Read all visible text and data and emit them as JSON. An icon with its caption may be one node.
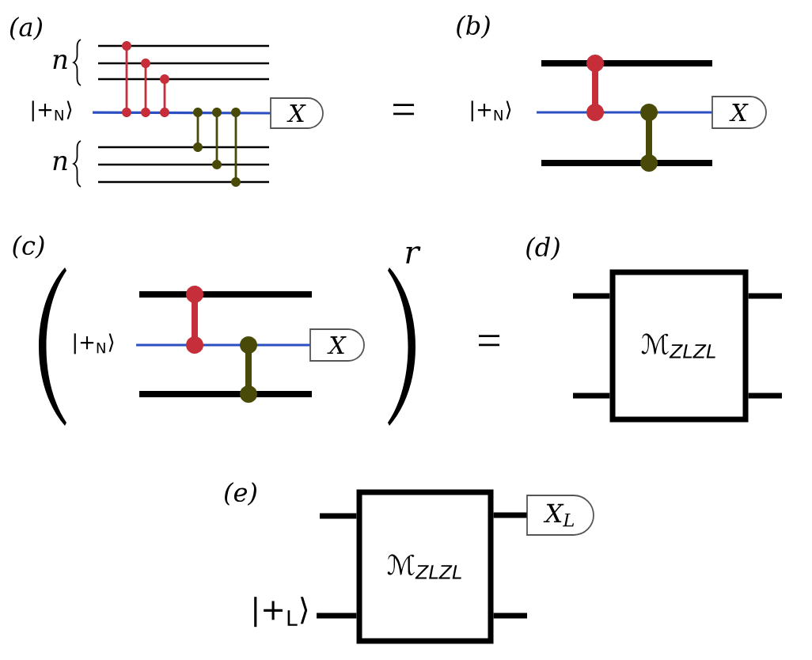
{
  "diagram": {
    "nodes": [
      {
        "text": [
          "|+$_{N}$⟩"
        ]
      },
      {
        "text": [
          "X"
        ]
      },
      {
        "text": [
          "|+$_{N}$⟩"
        ]
      },
      {
        "text": [
          "X"
        ]
      },
      {
        "text": [],
        "shape": "parenthesis"
      },
      {
        "text": [
          "|+$_{N}$⟩"
        ]
      },
      {
        "text": [
          "X"
        ]
      },
      {
        "text": [],
        "shape": "parenthesis"
      },
      {
        "text": [
          "ℳ$_{ZLZL}$"
        ]
      },
      {
        "text": [
          "ℳ$_{ZLZL}$"
        ]
      },
      {
        "text": [
          "X$_{L}$"
        ]
      },
      {
        "text": [
          "|+$_{L}$⟩"
        ]
      }
    ],
    "edges": [
      {
        "from": 0,
        "to": 1,
        "arrow": "none",
        "color": "#2b4fc0"
      },
      {
        "from": 2,
        "to": 3,
        "arrow": "none",
        "color": "#2b4fc0"
      },
      {
        "from": 5,
        "to": 6,
        "arrow": "none",
        "color": "#2b4fc0"
      },
      {
        "from": null,
        "to": 8,
        "arrow": "none"
      },
      {
        "from": null,
        "to": 8,
        "arrow": "none"
      },
      {
        "from": 8,
        "to": null,
        "arrow": "none"
      },
      {
        "from": 8,
        "to": null,
        "arrow": "none"
      },
      {
        "from": null,
        "to": 9,
        "arrow": "none"
      },
      {
        "from": 11,
        "to": 9,
        "arrow": "none"
      },
      {
        "from": 9,
        "to": 10,
        "arrow": "none"
      },
      {
        "from": 9,
        "to": null,
        "arrow": "none"
      }
    ],
    "labels": [
      "(a)",
      "(b)",
      "n",
      "=",
      "n",
      "(c)",
      "(d)",
      "r",
      "=",
      "(e)"
    ]
  }
}
